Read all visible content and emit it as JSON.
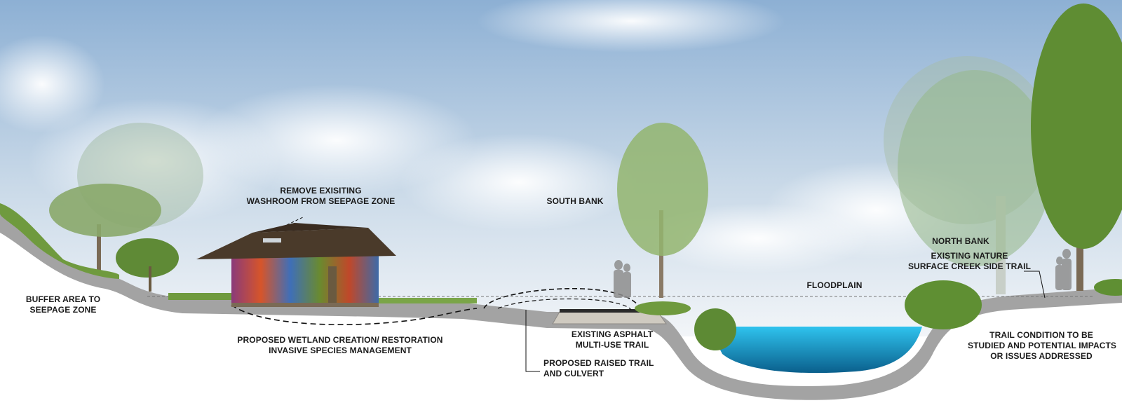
{
  "labels": {
    "remove_washroom": {
      "line1": "REMOVE EXISITING",
      "line2": "WASHROOM FROM SEEPAGE ZONE"
    },
    "south_bank": "SOUTH BANK",
    "north_bank": "NORTH BANK",
    "existing_nature_trail": {
      "line1": "EXISTING NATURE",
      "line2": "SURFACE CREEK SIDE TRAIL"
    },
    "floodplain": "FLOODPLAIN",
    "buffer_area": {
      "line1": "BUFFER AREA TO",
      "line2": "SEEPAGE ZONE"
    },
    "wetland": {
      "line1": "PROPOSED WETLAND CREATION/ RESTORATION",
      "line2": "INVASIVE SPECIES MANAGEMENT"
    },
    "asphalt_trail": {
      "line1": "EXISTING ASPHALT",
      "line2": "MULTI-USE TRAIL"
    },
    "raised_trail": {
      "line1": "PROPOSED RAISED TRAIL",
      "line2": "AND CULVERT"
    },
    "trail_condition": {
      "line1": "TRAIL CONDITION TO BE",
      "line2": "STUDIED AND POTENTIAL IMPACTS",
      "line3": "OR ISSUES ADDRESSED"
    }
  },
  "colors": {
    "sky_top": "#8fb2d6",
    "sky_bottom": "#eef3f8",
    "ground": "#a4a4a4",
    "water": "#1aa3d6",
    "foliage": "#6f9a3e",
    "roof": "#4a3a2a"
  }
}
